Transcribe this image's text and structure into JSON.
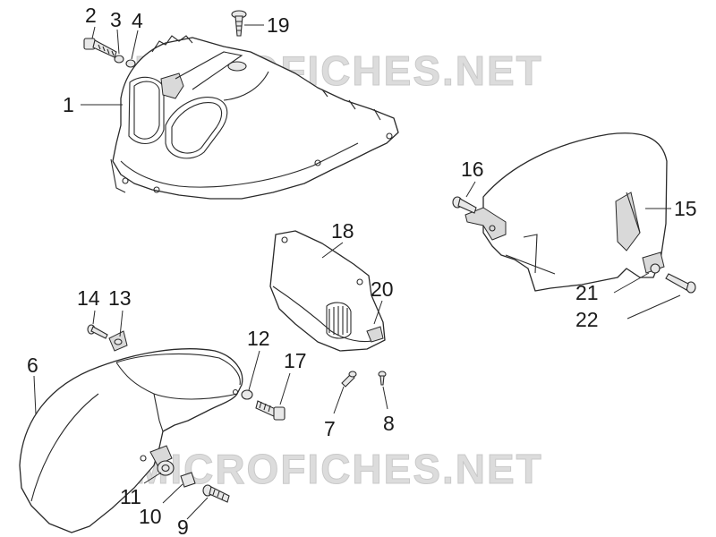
{
  "watermarks": {
    "top": "MICROFICHES.NET",
    "bottom": "MICROFICHES.NET"
  },
  "callouts": {
    "c1": "1",
    "c2": "2",
    "c3": "3",
    "c4": "4",
    "c5": "6",
    "c6": "7",
    "c7": "8",
    "c8": "9",
    "c9": "10",
    "c10": "11",
    "c11": "12",
    "c12": "13",
    "c13": "14",
    "c14": "15",
    "c15": "16",
    "c16": "17",
    "c17": "18",
    "c18": "19",
    "c19": "20",
    "c20": "21",
    "c21": "22"
  },
  "colors": {
    "line": "#2a2a2a",
    "watermark": "#dcdcdc",
    "background": "#ffffff"
  }
}
